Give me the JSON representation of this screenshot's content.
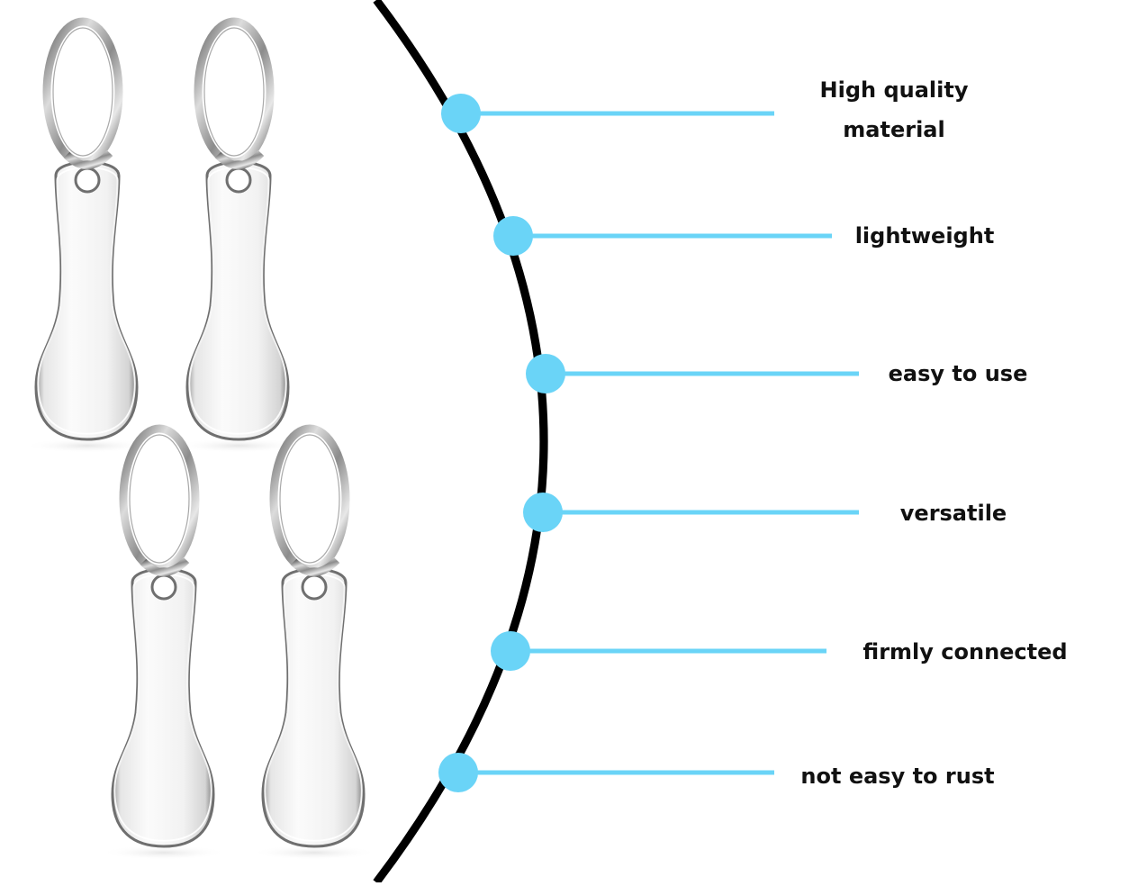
{
  "colors": {
    "arc": "#000000",
    "accent": "#6ad4f7",
    "metal_light": "#f7f7f7",
    "metal_mid": "#d9d9d9",
    "metal_dark": "#6f6f6f",
    "text": "#111111"
  },
  "product": {
    "items": [
      {
        "name": "keychain-token-1"
      },
      {
        "name": "keychain-token-2"
      },
      {
        "name": "keychain-token-3"
      },
      {
        "name": "keychain-token-4"
      }
    ]
  },
  "features": [
    {
      "lines": [
        "High quality",
        "material"
      ]
    },
    {
      "lines": [
        "lightweight"
      ]
    },
    {
      "lines": [
        "easy to use"
      ]
    },
    {
      "lines": [
        "versatile"
      ]
    },
    {
      "lines": [
        "firmly connected"
      ]
    },
    {
      "lines": [
        "not easy to rust"
      ]
    }
  ]
}
